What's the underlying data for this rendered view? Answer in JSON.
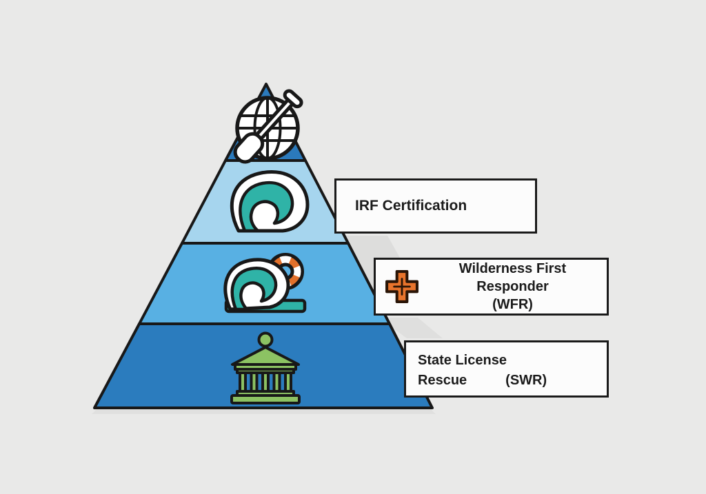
{
  "diagram": {
    "type": "pyramid",
    "subject": "whitewater rescue certification levels"
  },
  "colors": {
    "background": "#e9e9e8",
    "outline": "#181818",
    "level1": "#2b7abc",
    "level2": "#a6d5ee",
    "level3": "#58b0e3",
    "level4": "#2b7cbe",
    "wave_teal": "#2fb3a7",
    "ring_orange": "#e2702a",
    "cross_orange": "#e8742c",
    "bank_green": "#8cc263",
    "box_bg": "#fcfcfc",
    "text": "#1b1b1b",
    "white": "#ffffff"
  },
  "pyramid": {
    "levels": [
      {
        "position": "top",
        "icon": "globe-paddle-icon"
      },
      {
        "position": "second",
        "icon": "wave-icon"
      },
      {
        "position": "third",
        "icon": "wave-lifering-icon"
      },
      {
        "position": "base",
        "icon": "bank-icon"
      }
    ]
  },
  "boxes": {
    "irf": {
      "label": "IRF Certification"
    },
    "wfr": {
      "line1": "Wilderness First Responder",
      "line2": "(WFR)"
    },
    "state": {
      "line1": "State License",
      "line2_left": "Rescue",
      "line2_right": "(SWR)"
    }
  }
}
